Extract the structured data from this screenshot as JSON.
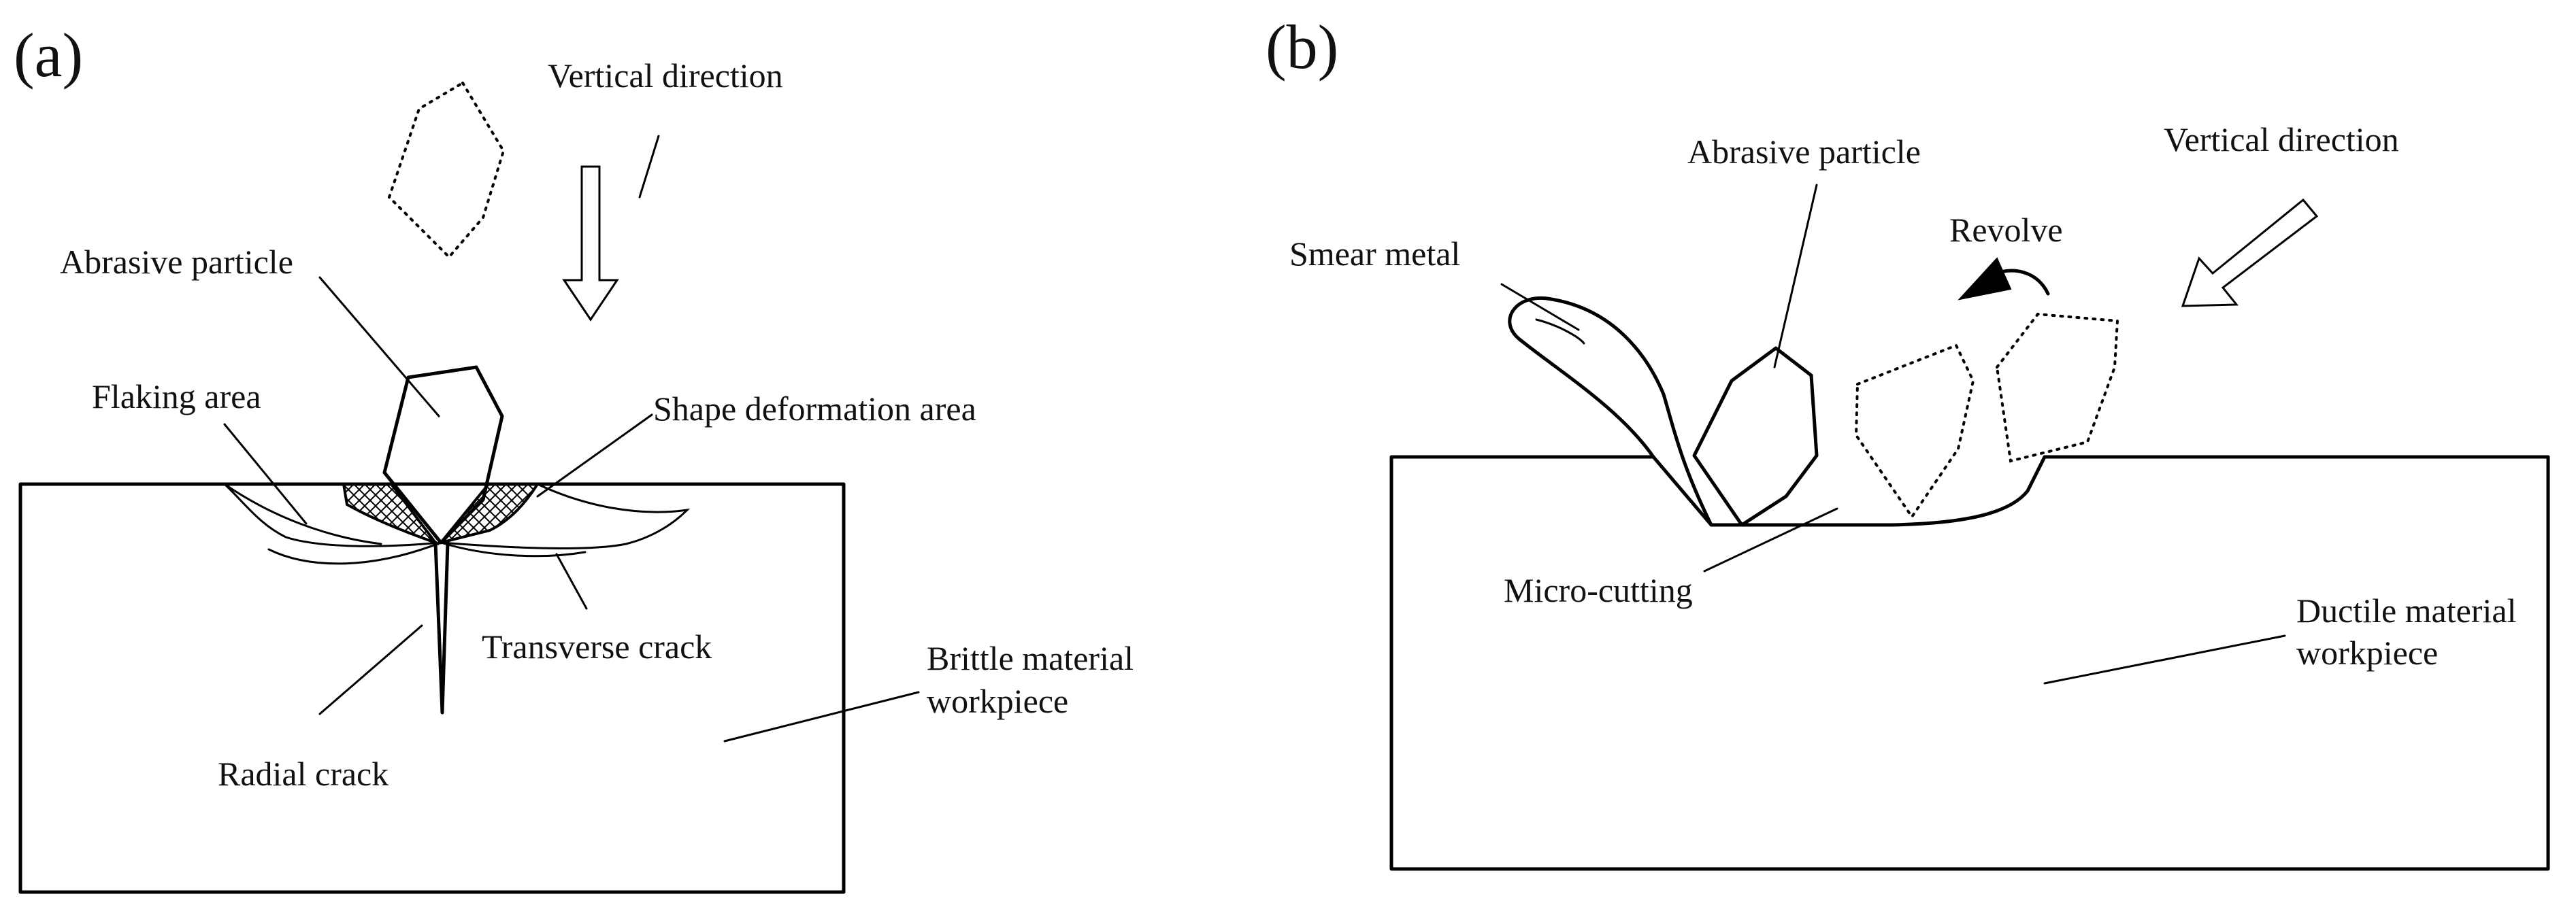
{
  "panel_a": {
    "tag": "(a)",
    "labels": {
      "vertical_direction": "Vertical direction",
      "abrasive_particle": "Abrasive particle",
      "flaking_area": "Flaking area",
      "shape_deformation_area": "Shape deformation area",
      "transverse_crack": "Transverse crack",
      "brittle_material_line1": "Brittle material",
      "brittle_material_line2": "workpiece",
      "radial_crack": "Radial crack"
    }
  },
  "panel_b": {
    "tag": "(b)",
    "labels": {
      "vertical_direction": "Vertical direction",
      "abrasive_particle": "Abrasive particle",
      "smear_metal": "Smear metal",
      "revolve": "Revolve",
      "micro_cutting": "Micro-cutting",
      "ductile_material_line1": "Ductile material",
      "ductile_material_line2": "workpiece"
    }
  }
}
